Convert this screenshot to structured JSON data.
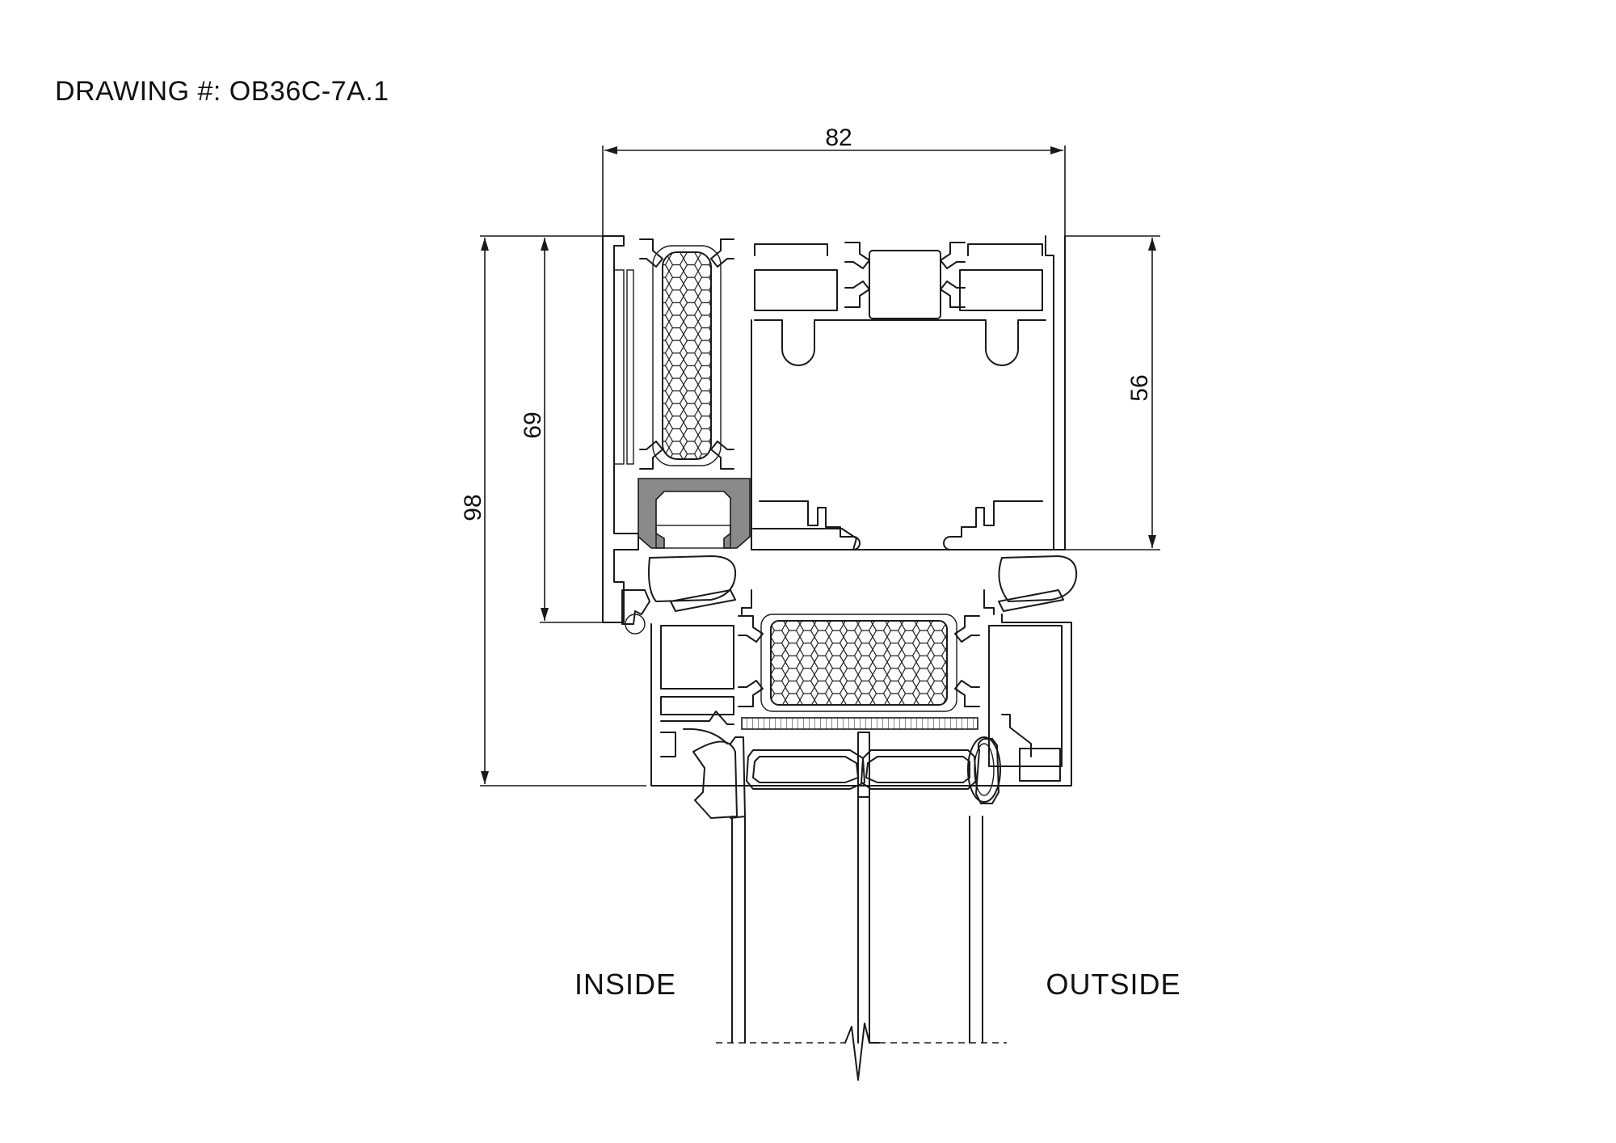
{
  "drawing": {
    "number_text": "DRAWING #: OB36C-7A.1"
  },
  "dimensions": {
    "width_label": "82",
    "overall_height_label": "98",
    "frame_height_label": "69",
    "right_height_label": "56"
  },
  "sides": {
    "inside": "INSIDE",
    "outside": "OUTSIDE"
  },
  "colors": {
    "line": "#1a1a1a",
    "gasket_fill": "#8a8a8a",
    "background": "#ffffff"
  }
}
